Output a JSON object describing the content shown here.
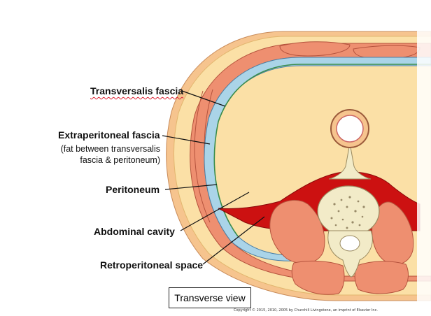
{
  "labels": {
    "transversalis_fascia": "Transversalis fascia",
    "extraperitoneal_fascia": "Extraperitoneal fascia",
    "extraperitoneal_note_line1": "(fat between transversalis",
    "extraperitoneal_note_line2": "fascia & peritoneum)",
    "peritoneum": "Peritoneum",
    "abdominal_cavity": "Abdominal cavity",
    "retroperitoneal_space": "Retroperitoneal space"
  },
  "view_label": "Transverse view",
  "copyright": "Copyright © 2015, 2010, 2005 by Churchill Livingstone, an imprint of Elsevier Inc.",
  "colors": {
    "skin": "#f6c48e",
    "fat": "#fbe0a6",
    "muscle": "#ee8f70",
    "fascia": "#aad4e8",
    "peritoneum_red": "#cc1111",
    "bone": "#f2ebc8",
    "leader_line": "#111111"
  }
}
